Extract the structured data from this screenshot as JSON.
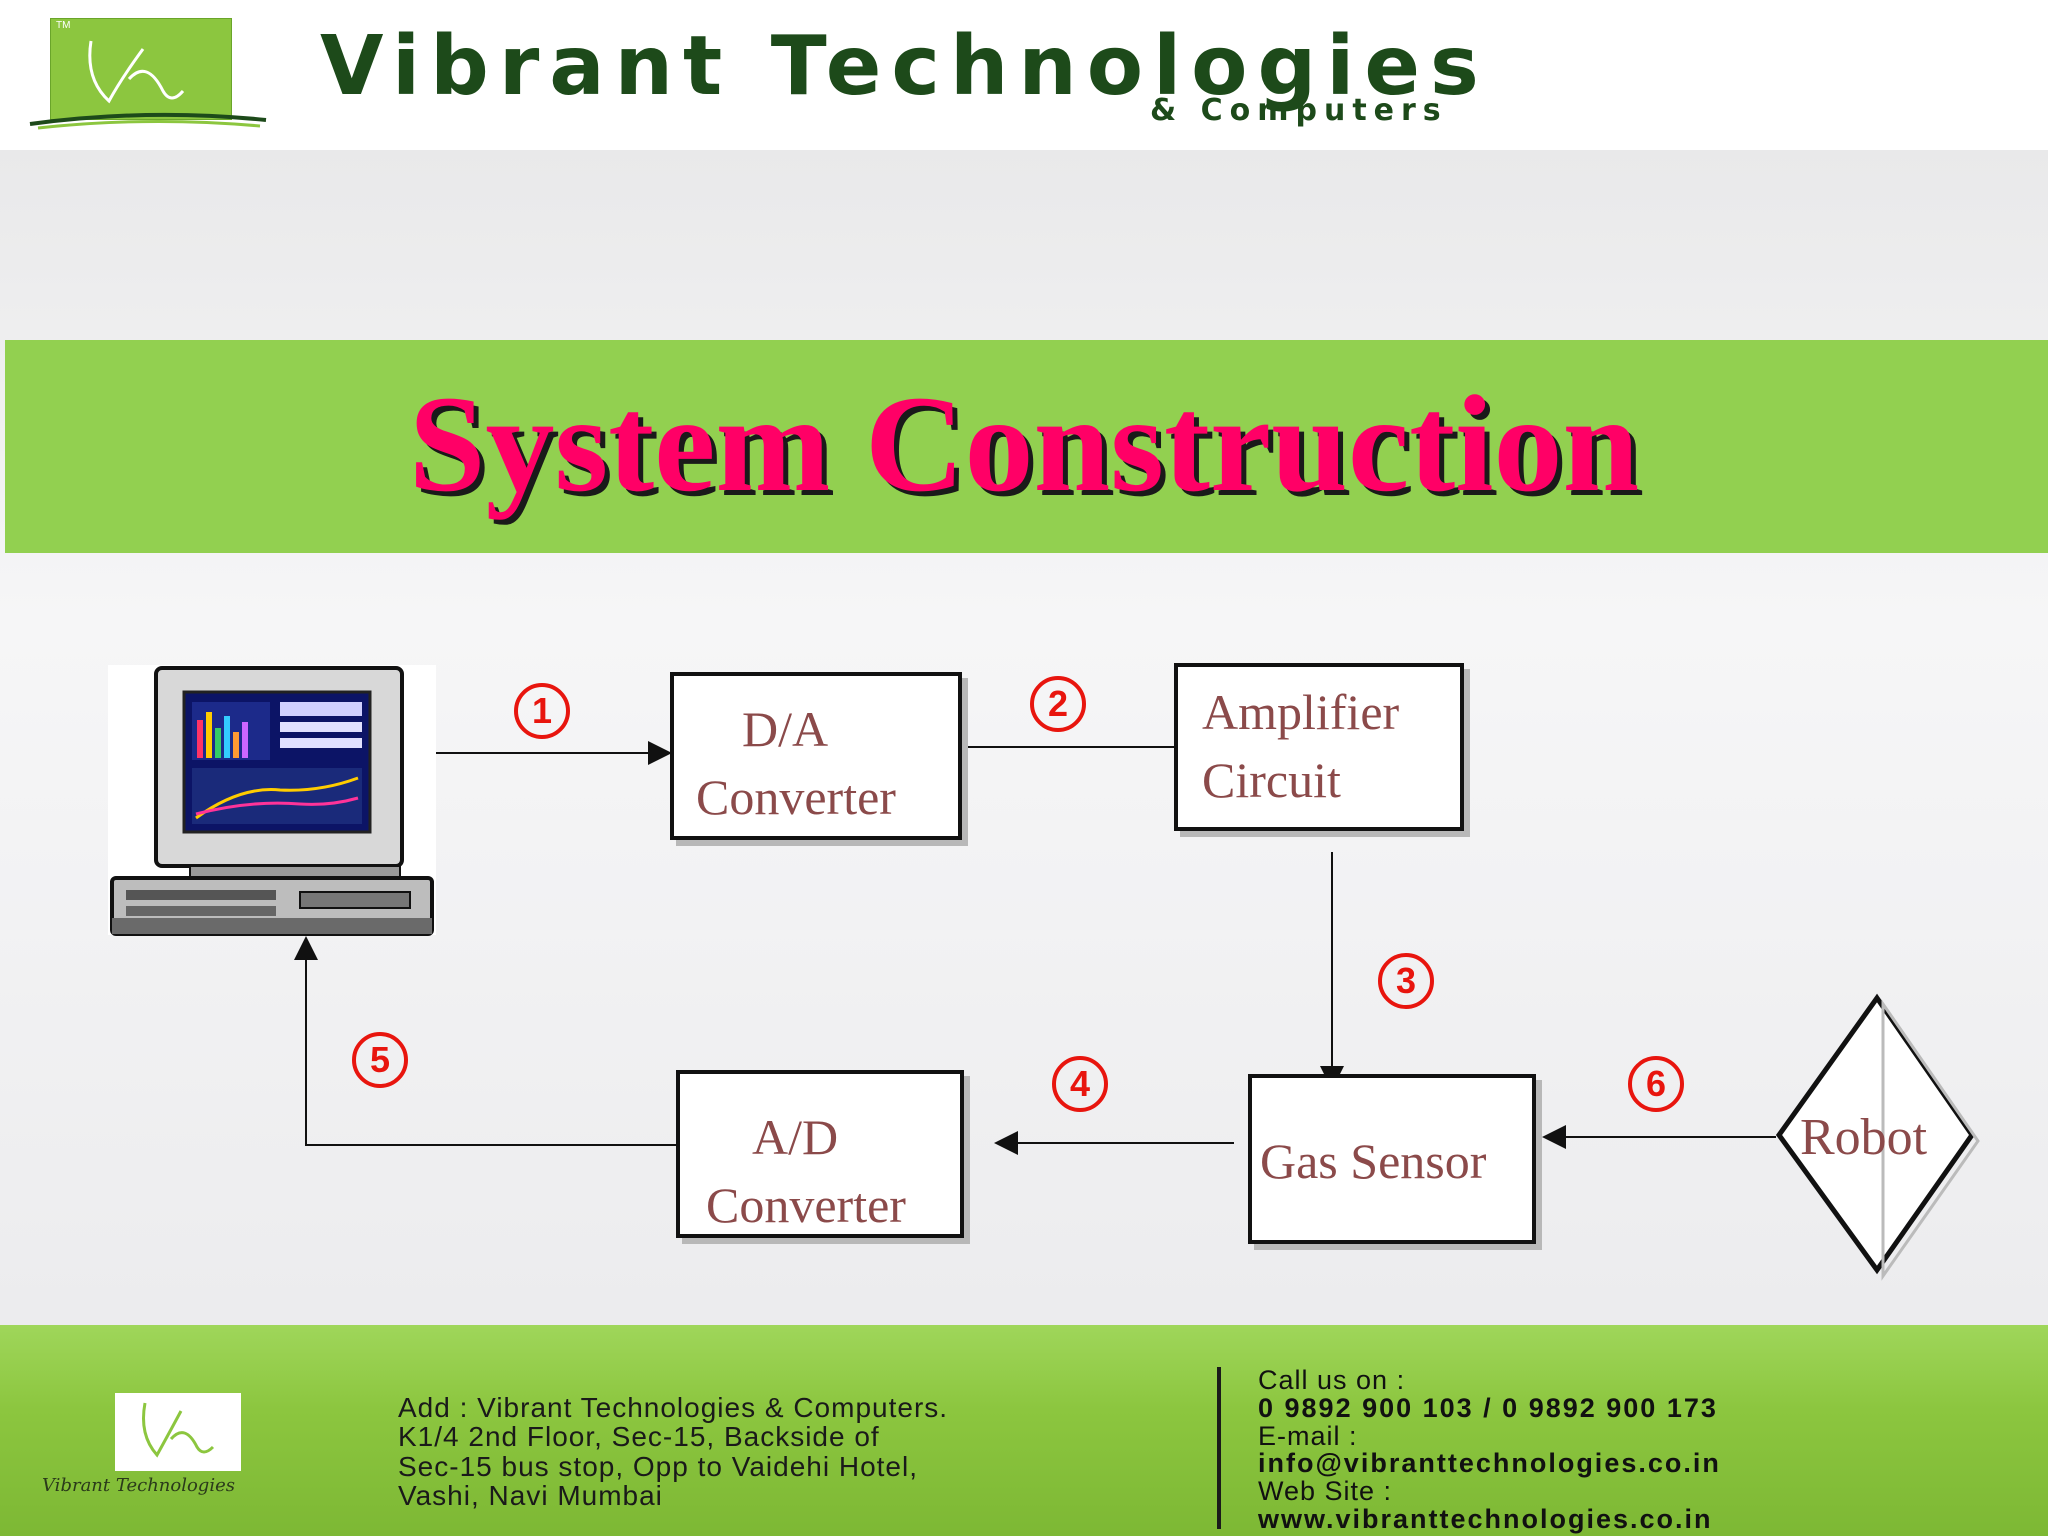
{
  "header": {
    "brand": "Vibrant Technologies",
    "brand_sub": "& Computers",
    "tm": "TM"
  },
  "slide": {
    "title": "System Construction"
  },
  "diagram": {
    "blocks": {
      "da": [
        "D/A",
        "Converter"
      ],
      "amp": [
        "Amplifier",
        "Circuit"
      ],
      "gas": [
        "Gas Sensor"
      ],
      "ad": [
        "A/D",
        "Converter"
      ],
      "robot": "Robot"
    },
    "steps": [
      "1",
      "2",
      "3",
      "4",
      "5",
      "6"
    ],
    "computer_icon": "desktop-computer-icon"
  },
  "footer": {
    "brand": "Vibrant Technologies",
    "address": [
      "Add : Vibrant Technologies & Computers.",
      "K1/4 2nd Floor, Sec-15, Backside of",
      "Sec-15 bus stop, Opp to Vaidehi Hotel,",
      "Vashi, Navi Mumbai"
    ],
    "call_label": "Call us on :",
    "phones": "0 9892 900 103 /  0 9892 900 173",
    "email_label": "E-mail :",
    "email": "info@vibranttechnologies.co.in",
    "web_label": " Web Site :",
    "website": "www.vibranttechnologies.co.in"
  },
  "colors": {
    "green": "#92d050",
    "title_pink": "#ff0066",
    "label_brown": "#8b4a4a",
    "step_red": "#e8150e",
    "brand_dark_green": "#1d4a1a"
  }
}
